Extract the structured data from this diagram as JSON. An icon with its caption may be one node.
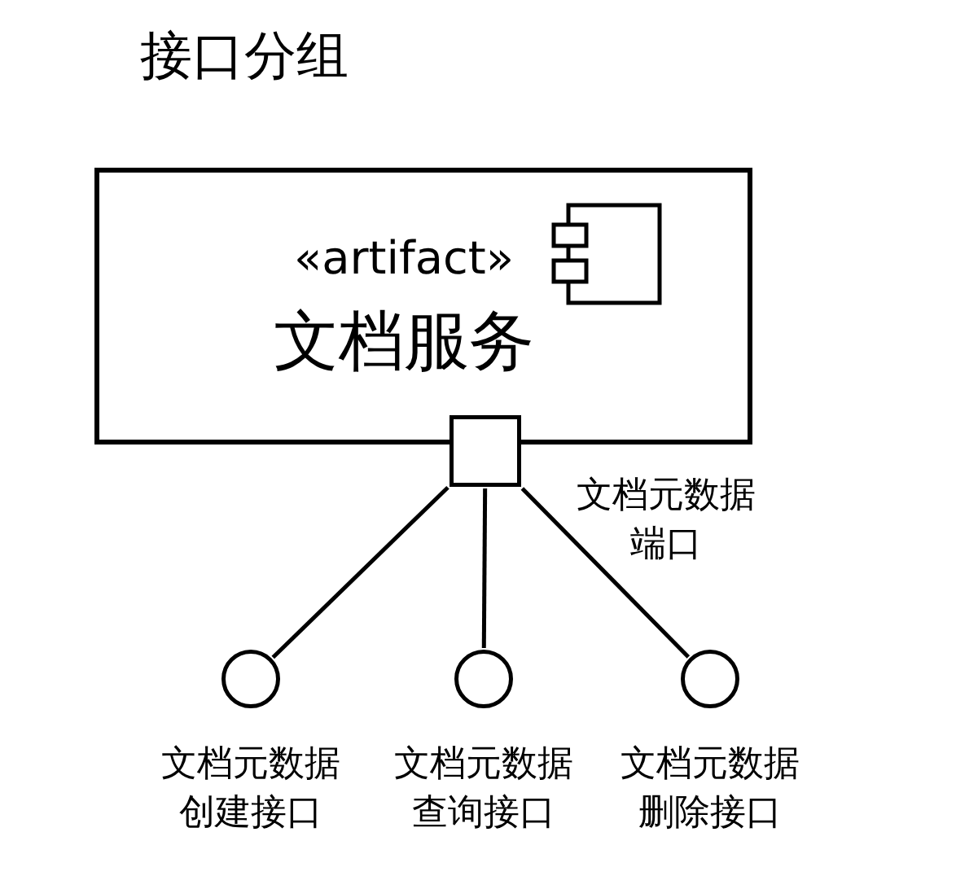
{
  "diagram": {
    "title": "接口分组",
    "nodes": [
      {
        "text": [
          "«artifact»",
          "文档服务"
        ]
      },
      {
        "text": [],
        "shape": "box"
      },
      {
        "text": [],
        "shape": "circle",
        "beside": [
          "文档元数据创建接口"
        ]
      },
      {
        "text": [],
        "shape": "circle",
        "beside": [
          "文档元数据查询接口"
        ]
      },
      {
        "text": [],
        "shape": "circle",
        "beside": [
          "文档元数据删除接口"
        ]
      }
    ],
    "edges": [
      {
        "from": 1,
        "to": 2,
        "arrow": "none"
      },
      {
        "from": 1,
        "to": 3,
        "arrow": "none"
      },
      {
        "from": 1,
        "to": 4,
        "arrow": "none"
      }
    ],
    "labels": [
      "文档元数据端口"
    ]
  }
}
